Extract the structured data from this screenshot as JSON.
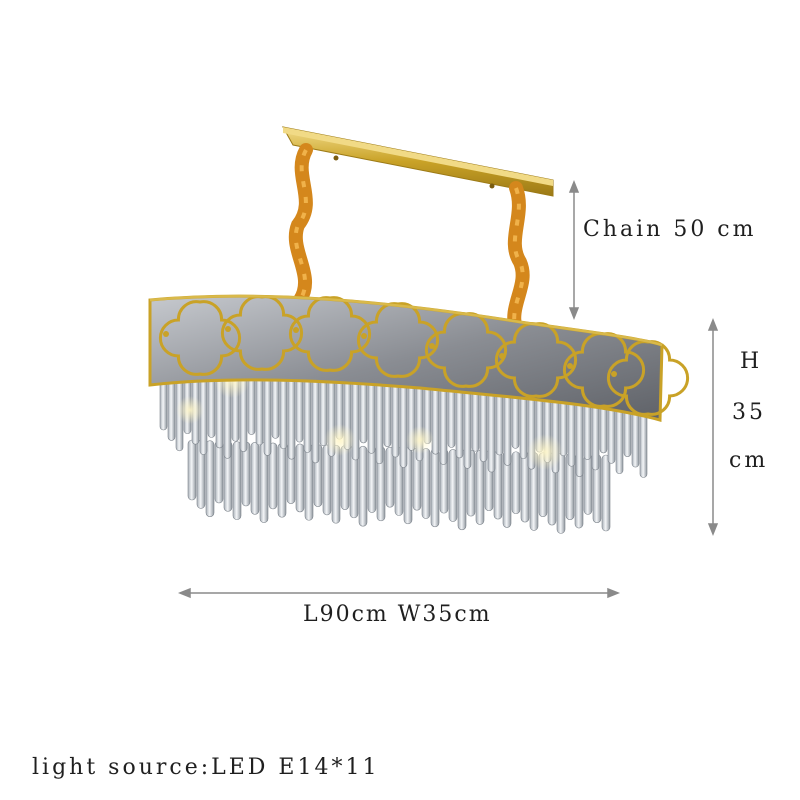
{
  "annotations": {
    "chain_length": "Chain 50 cm",
    "height_letter": "H",
    "height_value": "35",
    "height_unit": "cm",
    "dimensions": "L90cm W35cm",
    "light_source": "light source:LED E14*11"
  },
  "colors": {
    "gold": "#c9a227",
    "gold_light": "#ead27a",
    "strap": "#d4871c",
    "panel_grey": "#8d9095",
    "crystal": "#d8dde3",
    "arrow": "#8a8a8a"
  }
}
